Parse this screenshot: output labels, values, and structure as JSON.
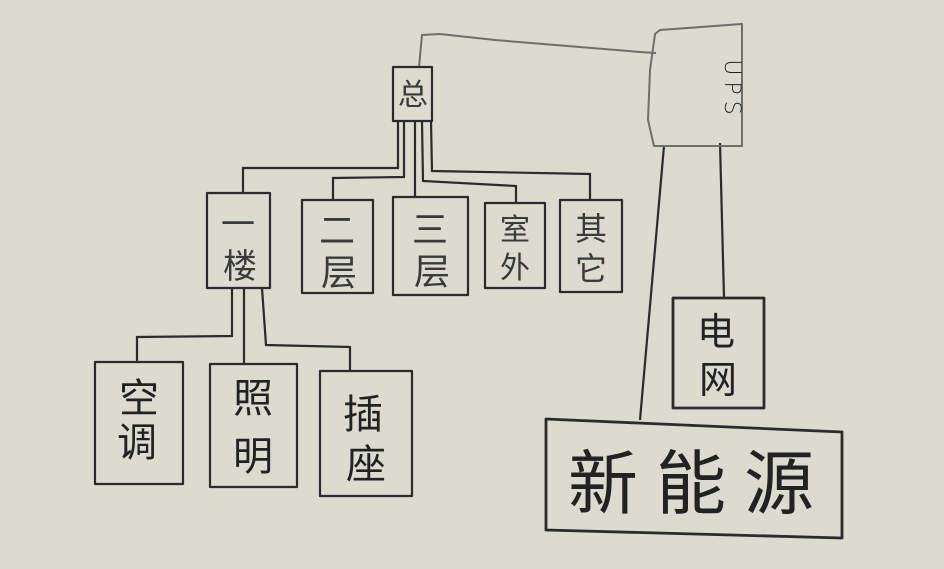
{
  "diagram": {
    "root": {
      "label": "总"
    },
    "ups": {
      "label": "UPS"
    },
    "floors": [
      {
        "label_top": "一",
        "label_bottom": "楼"
      },
      {
        "label_top": "二",
        "label_bottom": "层"
      },
      {
        "label_top": "三",
        "label_bottom": "层"
      },
      {
        "label_top": "室",
        "label_bottom": "外"
      },
      {
        "label_top": "其",
        "label_bottom": "它"
      }
    ],
    "first_floor_loads": [
      {
        "label_top": "空",
        "label_bottom": "调"
      },
      {
        "label_top": "照",
        "label_bottom": "明"
      },
      {
        "label_top": "插",
        "label_bottom": "座"
      }
    ],
    "grid": {
      "label_top": "电",
      "label_bottom": "网"
    },
    "new_energy": {
      "label": "新能源"
    }
  }
}
